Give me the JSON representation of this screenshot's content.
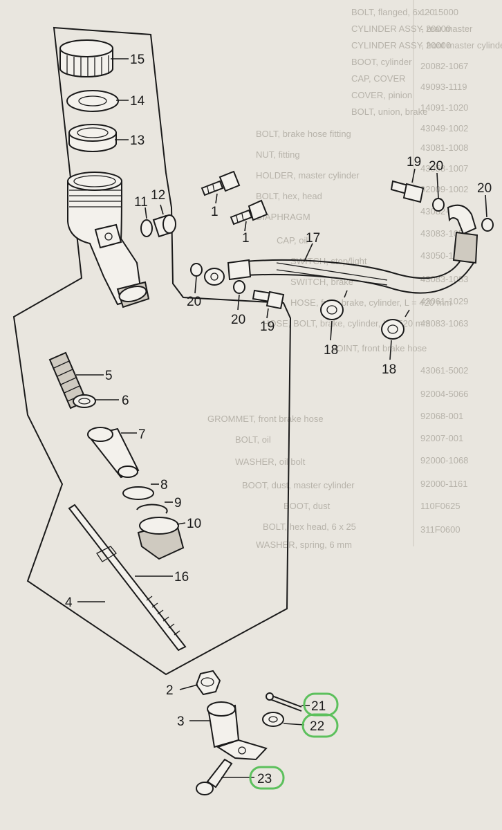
{
  "background_list": {
    "descriptions": [
      "BOLT, flanged, 6x 20",
      "CYLINDER ASSY, rear master",
      "CYLINDER ASSY, front master cylinder",
      "BOOT, cylinder",
      "CAP, COVER",
      "COVER, pinion",
      "BOLT, union, brake",
      "BOLT, brake hose fitting",
      "NUT, fitting",
      "HOLDER, master cylinder",
      "BOLT, hex, head",
      "DIAPHRAGM",
      "CAP, oil",
      "SWITCH, stop/light",
      "SWITCH, brake",
      "HOSE, front brake, cylinder, L = 420 mm",
      "HOSE, BOLT, brake, cylinder, L = 520 mm",
      "JOINT, front brake hose",
      "GROMMET, front brake hose",
      "BOLT, oil",
      "WASHER, oil bolt",
      "BOOT, dust, master cylinder",
      "BOOT, dust",
      "BOLT, hex head, 6 x 25",
      "WASHER, spring, 6 mm"
    ],
    "part_numbers": [
      "1 - 15000",
      "- 20000",
      "- 20000",
      "20082-1067",
      "49093-1119",
      "14091-1020",
      "43049-1002",
      "43081-1008",
      "43058-1007",
      "92009-1002",
      "43082-1055",
      "43083-1058",
      "43050-1005",
      "43083-1083",
      "43061-1029",
      "43083-1063",
      "43061-5002",
      "92004-5066",
      "92068-001",
      "92007-001",
      "92000-1068",
      "92000-1161",
      "110F0625",
      "311F0600"
    ]
  },
  "callouts": {
    "c1a": "1",
    "c1b": "1",
    "c2": "2",
    "c3": "3",
    "c4": "4",
    "c5": "5",
    "c6": "6",
    "c7": "7",
    "c8": "8",
    "c9": "9",
    "c10": "10",
    "c11": "11",
    "c12": "12",
    "c13": "13",
    "c14": "14",
    "c15": "15",
    "c16": "16",
    "c17": "17",
    "c18a": "18",
    "c18b": "18",
    "c19a": "19",
    "c19b": "19",
    "c20a": "20",
    "c20b": "20",
    "c20c": "20",
    "c20d": "20",
    "c21": "21",
    "c22": "22",
    "c23": "23"
  },
  "highlight_color": "#5cc05c"
}
